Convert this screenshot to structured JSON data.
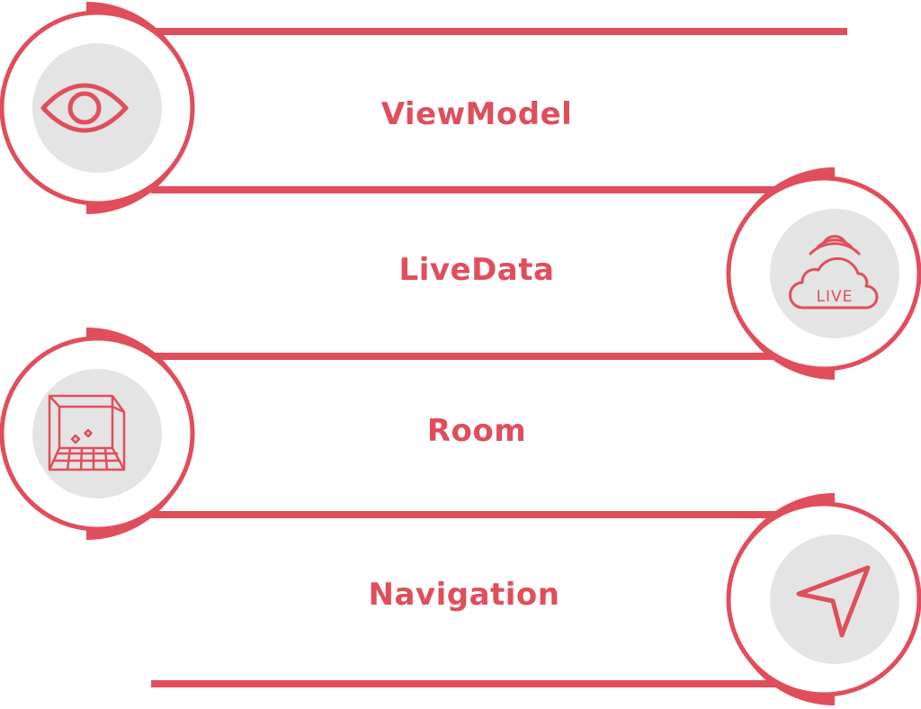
{
  "colors": {
    "accent": "#E04E5C",
    "icon_bg": "#E4E4E4",
    "background": "#FFFFFF"
  },
  "items": [
    {
      "label": "ViewModel",
      "icon": "eye-icon",
      "side": "left"
    },
    {
      "label": "LiveData",
      "icon": "live-cloud-icon",
      "icon_text": "LIVE",
      "side": "right"
    },
    {
      "label": "Room",
      "icon": "room-icon",
      "side": "left"
    },
    {
      "label": "Navigation",
      "icon": "navigation-arrow-icon",
      "side": "right"
    }
  ]
}
